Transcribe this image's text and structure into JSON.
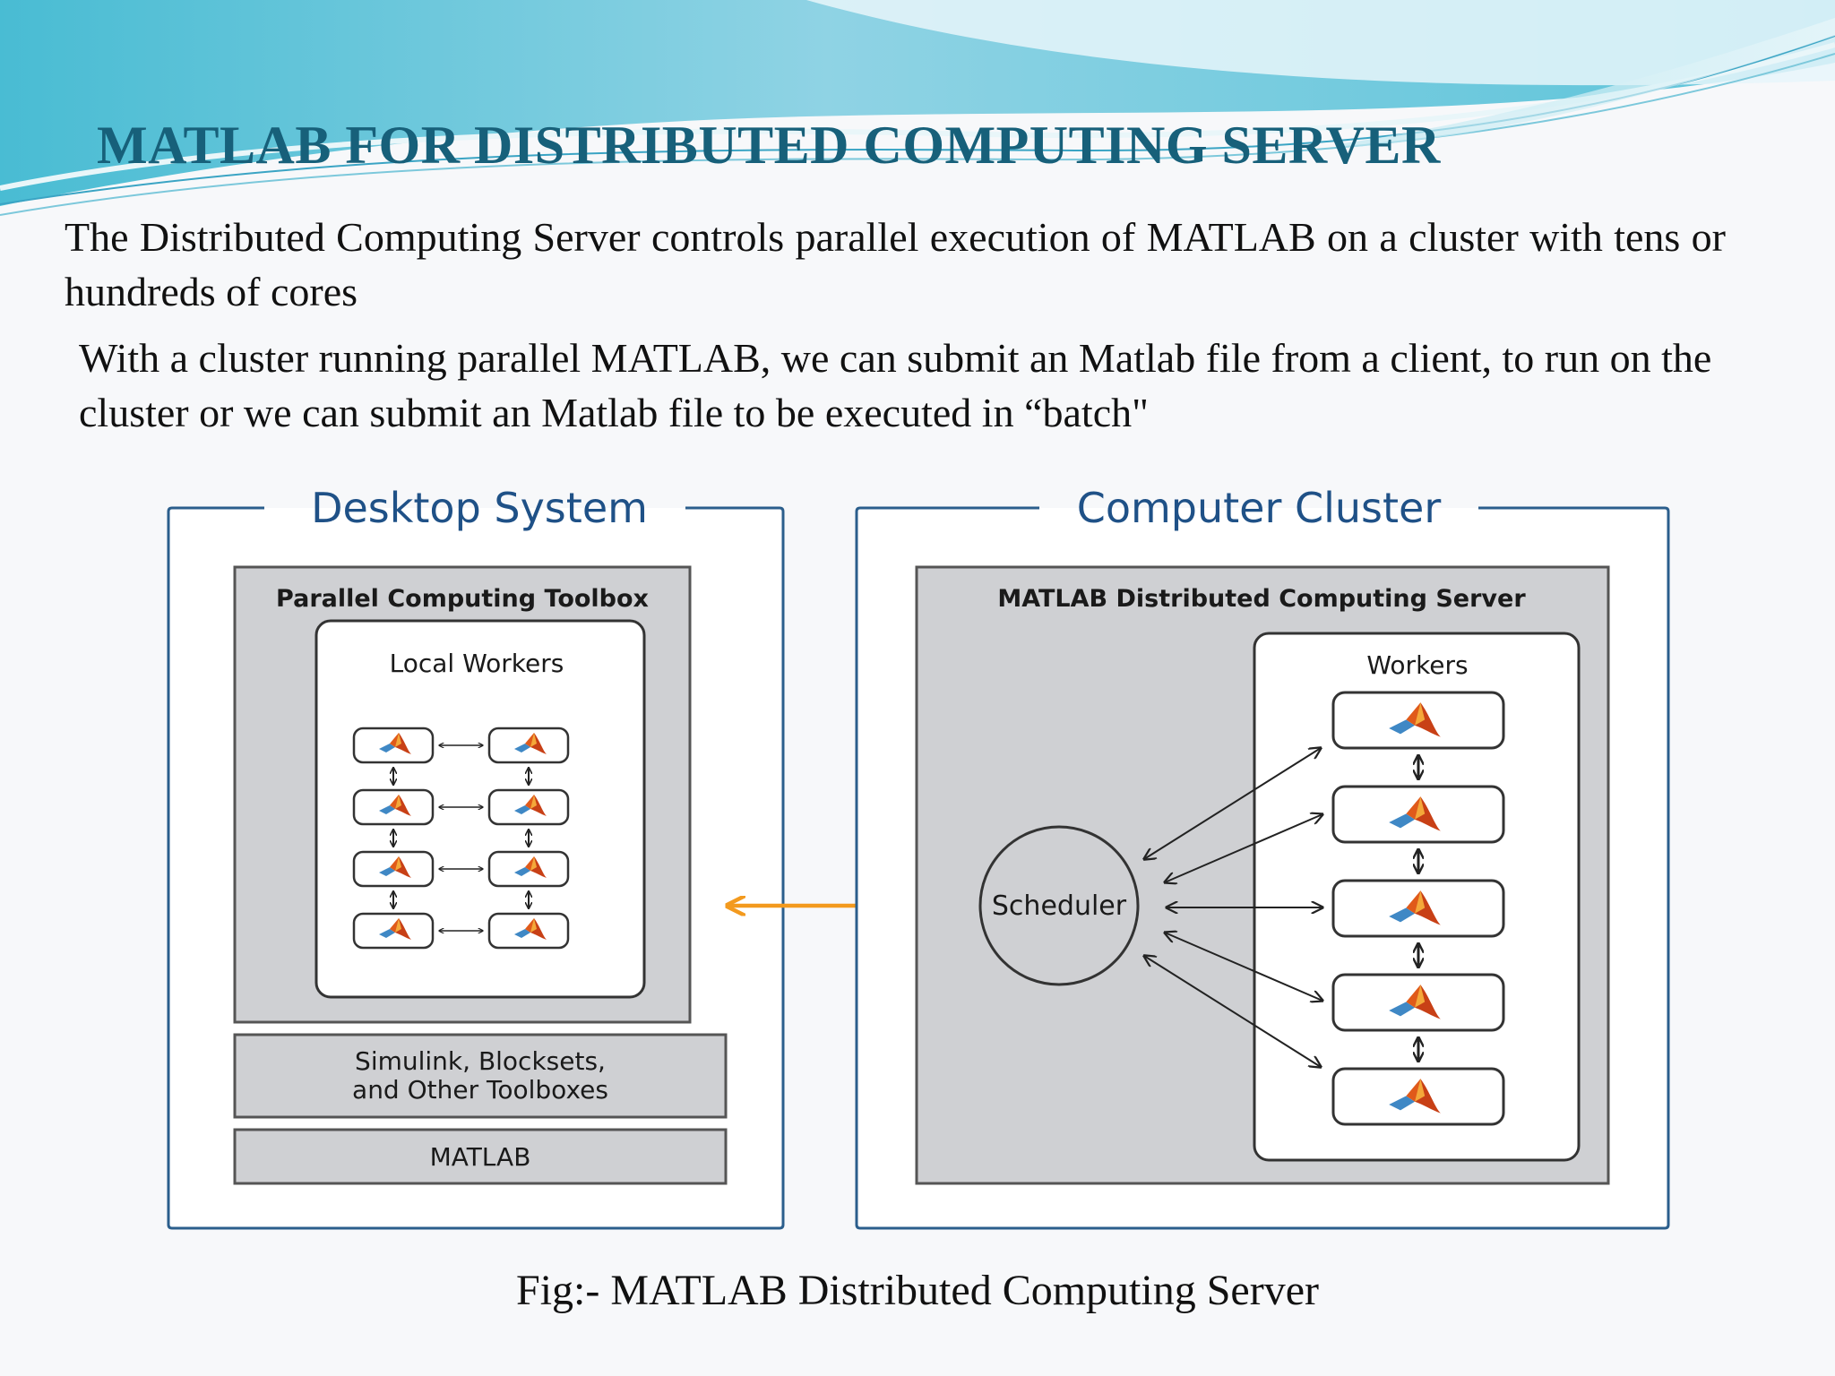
{
  "slide": {
    "title": "MATLAB FOR DISTRIBUTED COMPUTING SERVER",
    "paragraph1": "The Distributed Computing Server controls parallel execution of MATLAB on a cluster with tens or hundreds of cores",
    "paragraph2": "With a cluster running parallel MATLAB, we can submit an Matlab file from a client, to run on the cluster or   we can submit an Matlab file to be executed in “batch\"",
    "caption": "Fig:- MATLAB Distributed Computing Server"
  },
  "diagram": {
    "desktop": {
      "title": "Desktop System",
      "toolbox_label": "Parallel Computing Toolbox",
      "local_workers_label": "Local Workers",
      "simulink_line1": "Simulink, Blocksets,",
      "simulink_line2": "and Other Toolboxes",
      "matlab_label": "MATLAB"
    },
    "cluster": {
      "title": "Computer Cluster",
      "server_label": "MATLAB Distributed Computing Server",
      "workers_label": "Workers",
      "scheduler_label": "Scheduler"
    },
    "colors": {
      "frame_blue": "#2b5e8c",
      "title_blue": "#1f5187",
      "panel_gray": "#cfd0d3",
      "arrow_orange": "#f39a1e"
    },
    "icon": "matlab-logo-icon"
  }
}
